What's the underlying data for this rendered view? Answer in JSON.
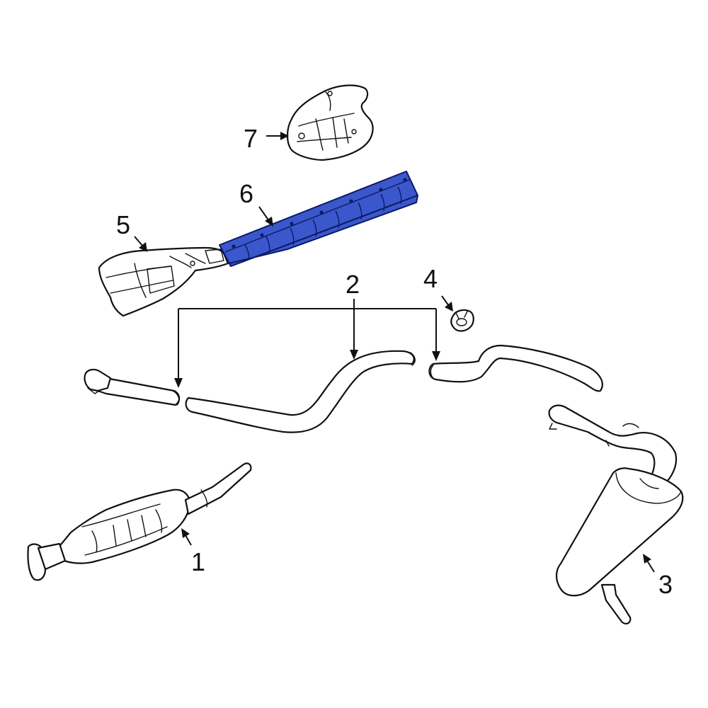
{
  "diagram": {
    "highlight_color": "#3b57cc",
    "callouts": [
      {
        "id": "1",
        "label": "1"
      },
      {
        "id": "2",
        "label": "2"
      },
      {
        "id": "3",
        "label": "3"
      },
      {
        "id": "4",
        "label": "4"
      },
      {
        "id": "5",
        "label": "5"
      },
      {
        "id": "6",
        "label": "6"
      },
      {
        "id": "7",
        "label": "7"
      }
    ]
  }
}
